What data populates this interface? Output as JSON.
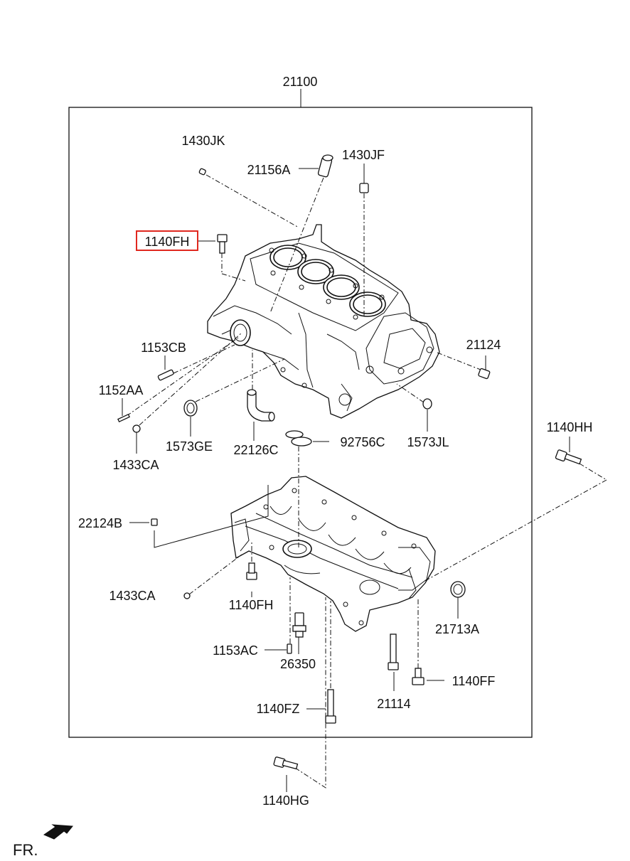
{
  "assembly_number": "21100",
  "highlighted_part": "1140FH",
  "direction_label": "FR.",
  "callouts": {
    "c1430JK": "1430JK",
    "c21156A": "21156A",
    "c1430JF": "1430JF",
    "c1140FH_top": "1140FH",
    "c1153CB": "1153CB",
    "c21124": "21124",
    "c1152AA": "1152AA",
    "c1573GE": "1573GE",
    "c22126C": "22126C",
    "c92756C": "92756C",
    "c1573JL": "1573JL",
    "c1433CA_top": "1433CA",
    "c1140HH": "1140HH",
    "c22124B": "22124B",
    "c1433CA_bottom": "1433CA",
    "c1140FH_bottom": "1140FH",
    "c21713A": "21713A",
    "c1153AC": "1153AC",
    "c26350": "26350",
    "c1140FF": "1140FF",
    "c21114": "21114",
    "c1140FZ": "1140FZ",
    "c1140HG": "1140HG"
  }
}
